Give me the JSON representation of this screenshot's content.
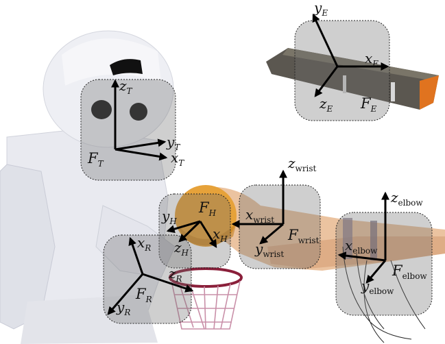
{
  "frames": {
    "E": {
      "name": "F",
      "sub": "E",
      "axes": {
        "x": "x",
        "x_sub": "E",
        "y": "y",
        "y_sub": "E",
        "z": "z",
        "z_sub": "E"
      }
    },
    "T": {
      "name": "F",
      "sub": "T",
      "axes": {
        "x": "x",
        "x_sub": "T",
        "y": "y",
        "y_sub": "T",
        "z": "z",
        "z_sub": "T"
      }
    },
    "H": {
      "name": "F",
      "sub": "H",
      "axes": {
        "x": "x",
        "x_sub": "H",
        "y": "y",
        "y_sub": "H",
        "z": "z",
        "z_sub": "H"
      }
    },
    "R": {
      "name": "F",
      "sub": "R",
      "axes": {
        "x": "x",
        "x_sub": "R",
        "y": "y",
        "y_sub": "R",
        "z": "z",
        "z_sub": "R"
      }
    },
    "wrist": {
      "name": "F",
      "sub": "wrist",
      "axes": {
        "x": "x",
        "x_sub": "wrist",
        "y": "y",
        "y_sub": "wrist",
        "z": "z",
        "z_sub": "wrist"
      }
    },
    "elbow": {
      "name": "F",
      "sub": "elbow",
      "axes": {
        "x": "x",
        "x_sub": "elbow",
        "y": "y",
        "y_sub": "elbow",
        "z": "z",
        "z_sub": "elbow"
      }
    }
  },
  "colors": {
    "robot_body": "#e9eaf0",
    "robot_shadow": "#c9cbd6",
    "ball": "#e6a23a",
    "arm_skin": "#e8b98f",
    "sensor_body": "#5b5750",
    "sensor_tip": "#e0731f",
    "hoop_rim": "#8a1f3a",
    "net": "#c98fa8"
  }
}
